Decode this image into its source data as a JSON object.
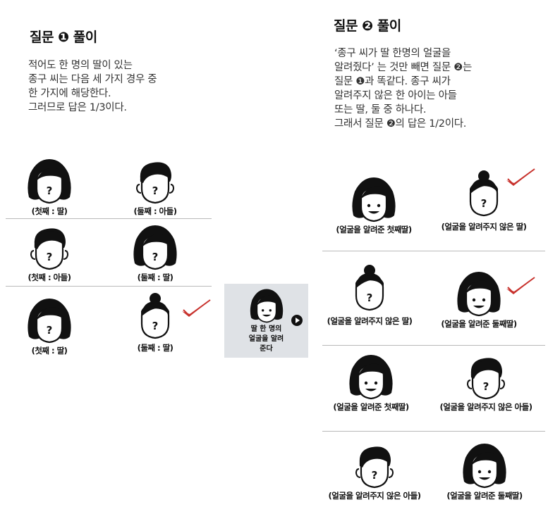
{
  "q1": {
    "title": "질문 ❶ 풀이",
    "lines": [
      "적어도 한 명의 딸이 있는",
      "종구 씨는 다음 세 가지 경우 중",
      "한 가지에 해당한다.",
      "그러므로 답은 1/3이다."
    ],
    "rows": [
      [
        "(첫째 : 딸)",
        "(둘째 : 아들)"
      ],
      [
        "(첫째 : 아들)",
        "(둘째 : 딸)"
      ],
      [
        "(첫째 : 딸)",
        "(둘째 : 딸)"
      ]
    ]
  },
  "middle": {
    "lines": [
      "딸 한 명의",
      "얼굴을 알려",
      "준다"
    ]
  },
  "q2": {
    "title": "질문 ❷ 풀이",
    "lines": [
      "‘종구 씨가 딸 한명의 얼굴을",
      "알려줬다’ 는 것만 빼면 질문 ❷는",
      "질문 ❶과 똑같다. 종구 씨가",
      "알려주지 않은 한 아이는 아들",
      "또는 딸, 둘 중 하나다.",
      "그래서 질문 ❷의 답은 1/2이다."
    ],
    "rows": [
      [
        "(얼굴을 알려준 첫째딸)",
        "(얼굴을 알려주지 않은 딸)"
      ],
      [
        "(얼굴을 알려주지 않은 딸)",
        "(얼굴을 알려준 둘째딸)"
      ],
      [
        "(얼굴을 알려준 첫째딸)",
        "(얼굴을 알려주지 않은 아들)"
      ],
      [
        "(얼굴을 알려주지 않은 아들)",
        "(얼굴을 알려준 둘째딸)"
      ]
    ]
  },
  "icons": {
    "mystery_mark": "?",
    "check_color": "#c8322d"
  }
}
